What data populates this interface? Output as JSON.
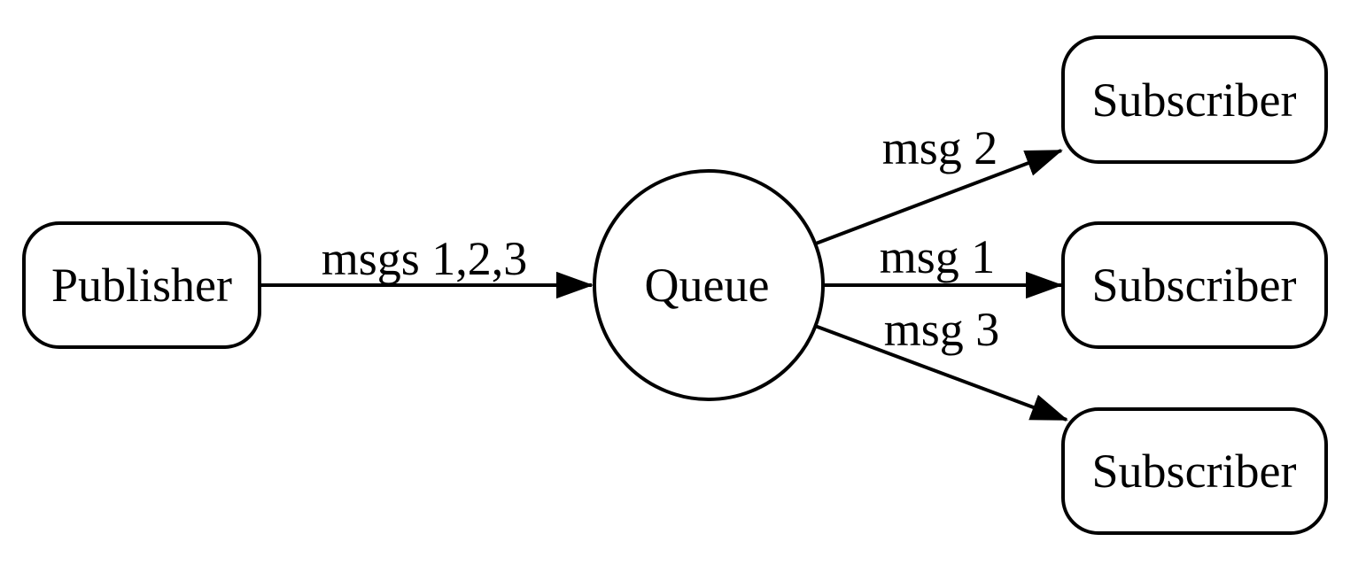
{
  "diagram": {
    "name": "publisher-queue-subscribers",
    "background_color": "#ffffff",
    "stroke_color": "#000000",
    "fill_color": "#ffffff",
    "nodes": {
      "publisher": {
        "label": "Publisher",
        "shape": "rounded-rect"
      },
      "queue": {
        "label": "Queue",
        "shape": "circle"
      },
      "subscriber_top": {
        "label": "Subscriber",
        "shape": "rounded-rect"
      },
      "subscriber_middle": {
        "label": "Subscriber",
        "shape": "rounded-rect"
      },
      "subscriber_bottom": {
        "label": "Subscriber",
        "shape": "rounded-rect"
      }
    },
    "edges": [
      {
        "from": "publisher",
        "to": "queue",
        "label": "msgs 1,2,3",
        "arrow": "filled-triangle"
      },
      {
        "from": "queue",
        "to": "subscriber_top",
        "label": "msg 2",
        "arrow": "filled-triangle"
      },
      {
        "from": "queue",
        "to": "subscriber_middle",
        "label": "msg 1",
        "arrow": "filled-triangle"
      },
      {
        "from": "queue",
        "to": "subscriber_bottom",
        "label": "msg 3",
        "arrow": "filled-triangle"
      }
    ]
  }
}
